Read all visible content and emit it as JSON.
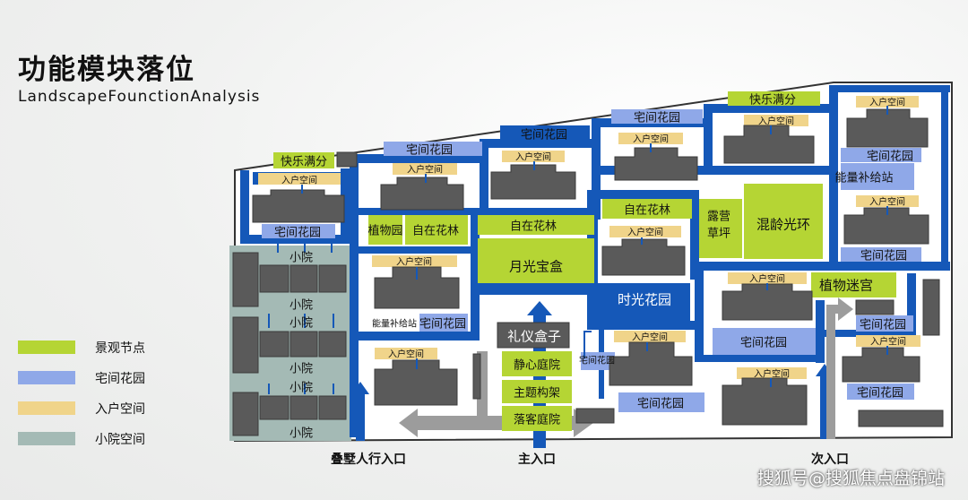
{
  "title": "功能模块落位",
  "subtitle": "LandscapeFounctionAnalysis",
  "legend": [
    {
      "label": "景观节点",
      "color": "#b5d534"
    },
    {
      "label": "宅间花园",
      "color": "#8fa8e8"
    },
    {
      "label": "入户空间",
      "color": "#f0d48a"
    },
    {
      "label": "小院空间",
      "color": "#a4bab5"
    }
  ],
  "colors": {
    "road": "#1558b8",
    "building": "#5a5a5a",
    "path_gray": "#9c9c9c"
  },
  "labels": {
    "kuaile_left": "快乐满分",
    "kuaile_top": "快乐满分",
    "zhaijian": "宅间花园",
    "ruhu": "入户空间",
    "xiaoyuan": "小院",
    "zhiwuyuan": "植物园",
    "zizai_hualin": "自在花林",
    "yueguang": "月光宝盒",
    "nengliang": "能量补给站",
    "liyi": "礼仪盒子",
    "jingxin": "静心庭院",
    "zhuti": "主题构架",
    "luoke": "落客庭院",
    "shiguang": "时光花园",
    "luying": "露营",
    "caoping": "草坪",
    "hunling": "混龄光环",
    "zhiwu_migong": "植物迷宫"
  },
  "entrances": {
    "villa": "叠墅人行入口",
    "main": "主入口",
    "secondary": "次入口"
  },
  "watermark": "搜狐号@搜狐焦点盘锦站"
}
